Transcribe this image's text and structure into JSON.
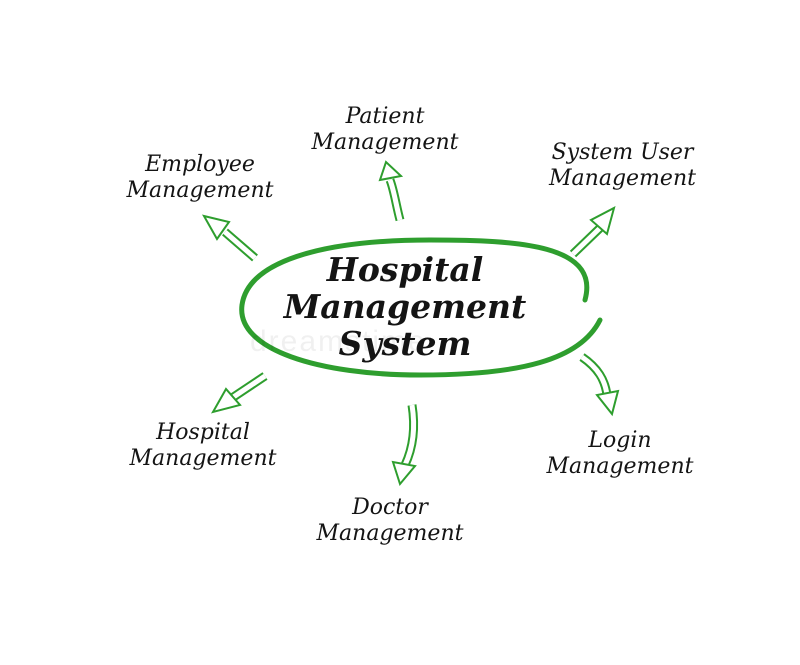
{
  "center": {
    "lines": [
      "Hospital",
      "Management",
      "System"
    ]
  },
  "nodes": {
    "patient": [
      "Patient",
      "Management"
    ],
    "employee": [
      "Employee",
      "Management"
    ],
    "system_user": [
      "System User",
      "Management"
    ],
    "hospital": [
      "Hospital",
      "Management"
    ],
    "doctor": [
      "Doctor",
      "Management"
    ],
    "login": [
      "Login",
      "Management"
    ]
  },
  "watermark": "dreamstime",
  "colors": {
    "arrow": "#2e9e2e",
    "ellipse": "#2e9e2e",
    "text": "#141414",
    "background": "#ffffff"
  }
}
